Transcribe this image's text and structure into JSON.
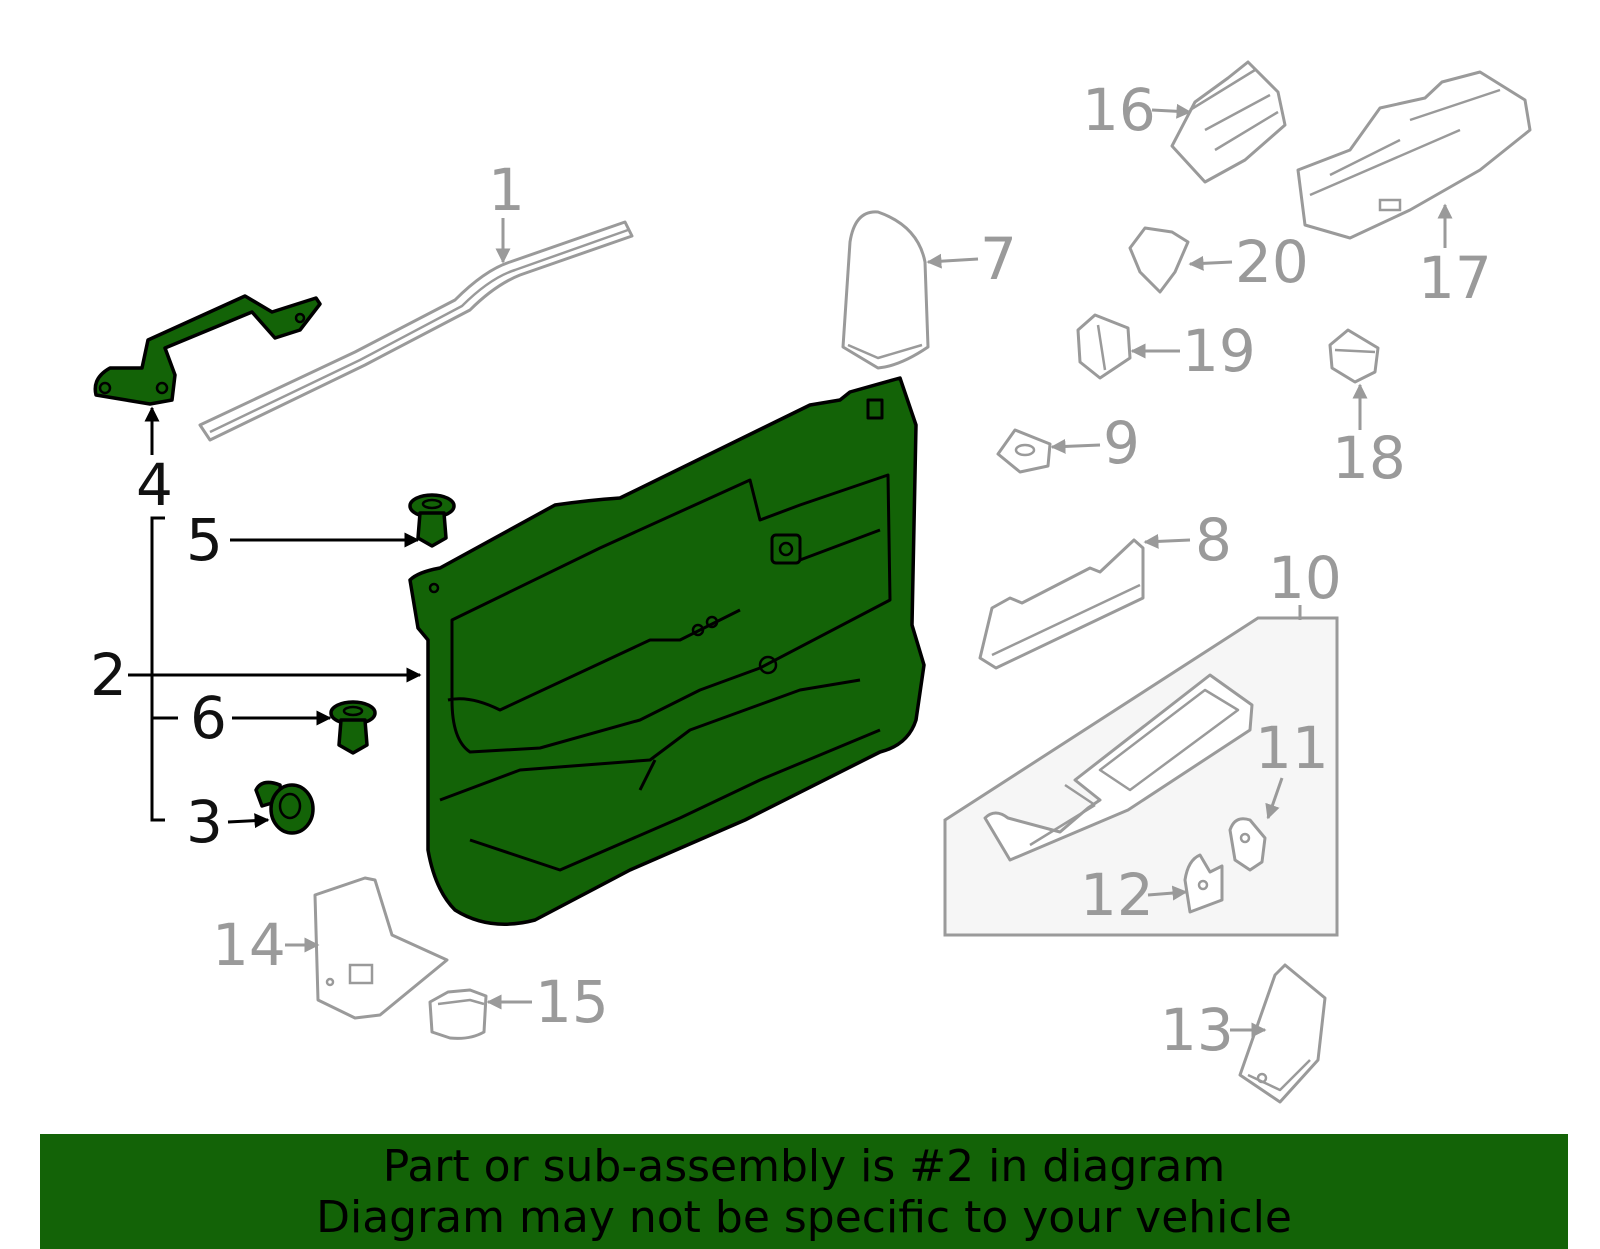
{
  "callouts": {
    "c1": "1",
    "c2": "2",
    "c3": "3",
    "c4": "4",
    "c5": "5",
    "c6": "6",
    "c7": "7",
    "c8": "8",
    "c9": "9",
    "c10": "10",
    "c11": "11",
    "c12": "12",
    "c13": "13",
    "c14": "14",
    "c15": "15",
    "c16": "16",
    "c17": "17",
    "c18": "18",
    "c19": "19",
    "c20": "20"
  },
  "banner": {
    "line1": "Part or sub-assembly is #2 in diagram",
    "line2": "Diagram may not be specific to your vehicle"
  },
  "colors": {
    "highlight_green": "#136307",
    "part_gray": "#9a9a9a",
    "box_fill": "#f6f6f6"
  }
}
